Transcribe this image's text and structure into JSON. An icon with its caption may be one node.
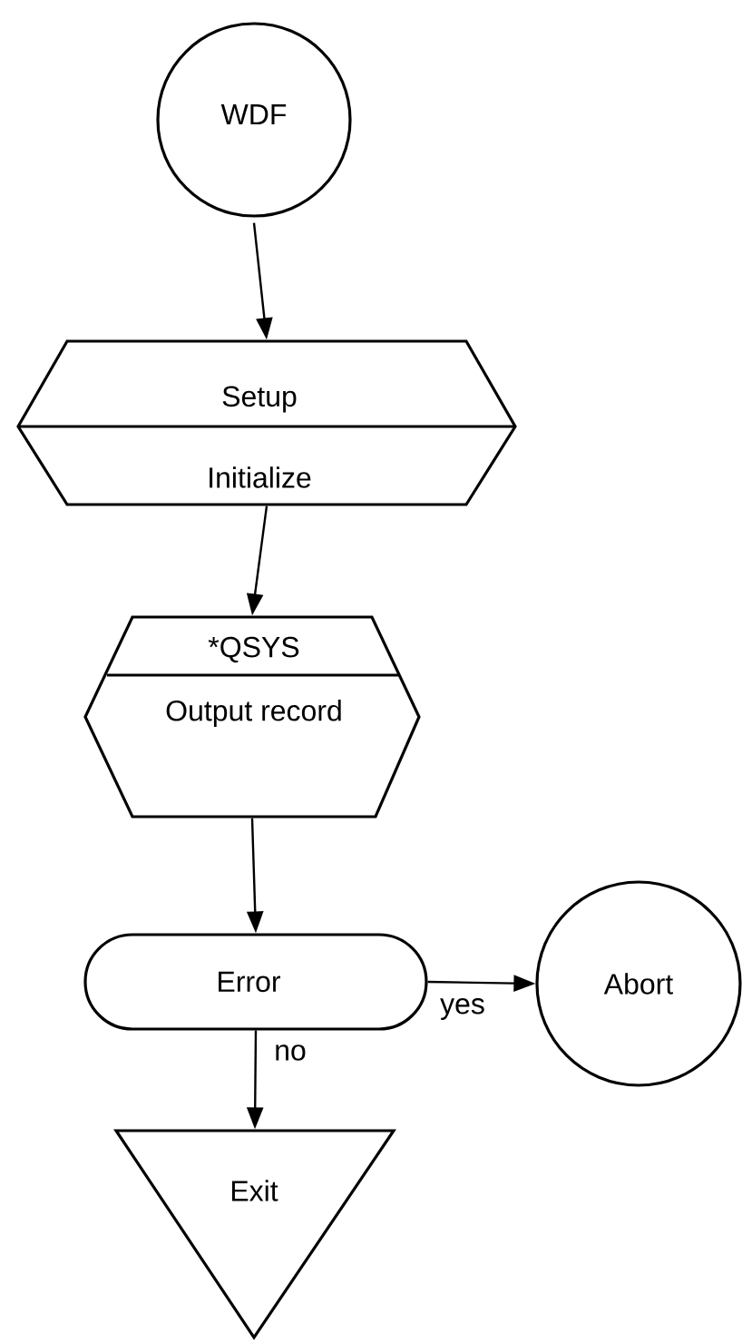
{
  "diagram": {
    "nodes": [
      {
        "text": [
          "WDF"
        ]
      },
      {
        "text": [
          "Setup",
          "Initialize"
        ]
      },
      {
        "text": [
          "*QSYS",
          "Output record"
        ]
      },
      {
        "text": [
          "Error"
        ]
      },
      {
        "text": [
          "Abort"
        ]
      },
      {
        "text": [
          "Exit"
        ]
      }
    ],
    "edges": [
      {
        "from": 0,
        "to": 1,
        "arrow": "to"
      },
      {
        "from": 1,
        "to": 2,
        "arrow": "to"
      },
      {
        "from": 2,
        "to": 3,
        "arrow": "to"
      },
      {
        "from": 3,
        "to": 4,
        "arrow": "to",
        "label": "yes"
      },
      {
        "from": 3,
        "to": 5,
        "arrow": "to",
        "label": "no"
      }
    ]
  }
}
